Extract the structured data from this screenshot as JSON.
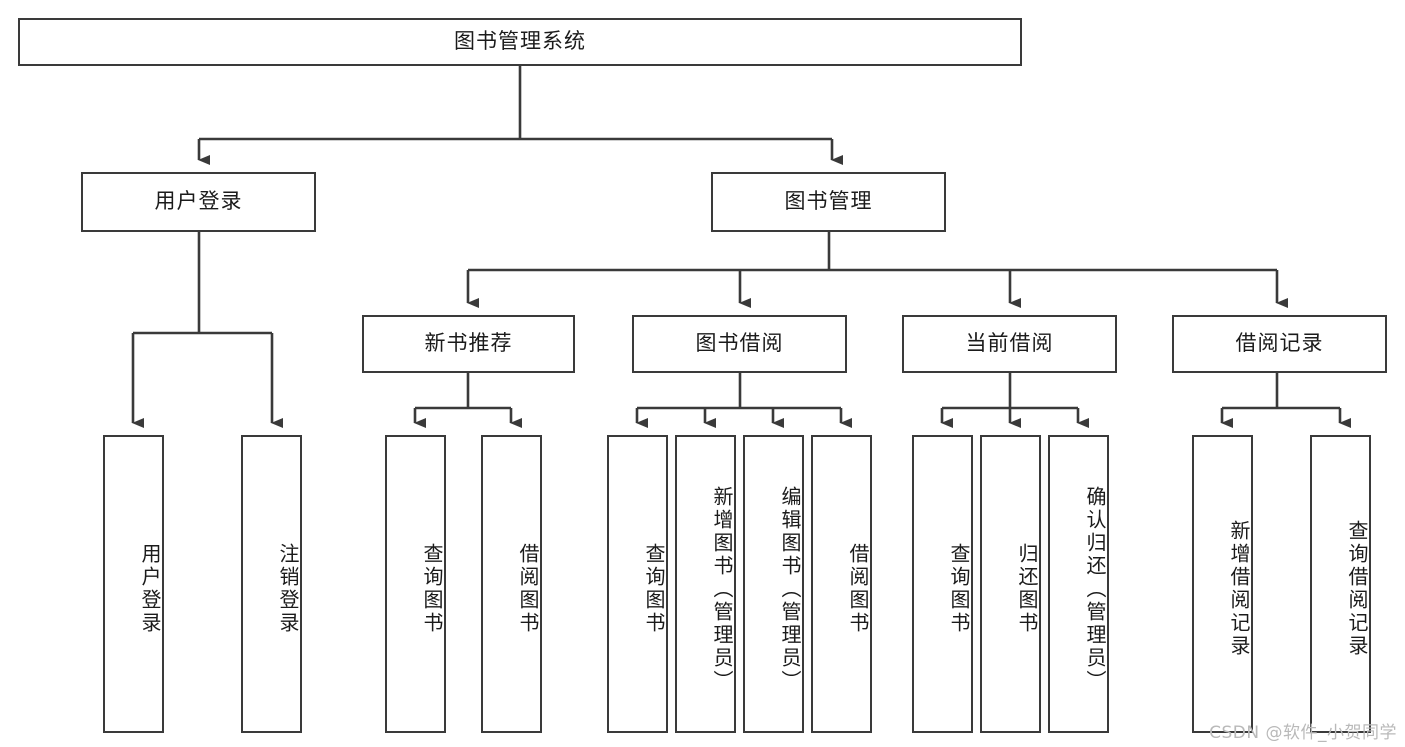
{
  "diagram": {
    "title": "图书管理系统",
    "type": "tree",
    "root": {
      "label": "图书管理系统"
    },
    "level2": [
      {
        "label": "用户登录"
      },
      {
        "label": "图书管理"
      }
    ],
    "level3": [
      {
        "label": "新书推荐"
      },
      {
        "label": "图书借阅"
      },
      {
        "label": "当前借阅"
      },
      {
        "label": "借阅记录"
      }
    ],
    "leaves": {
      "user_login": [
        {
          "label": "用户登录"
        },
        {
          "label": "注销登录"
        }
      ],
      "new_book_recommend": [
        {
          "label": "查询图书"
        },
        {
          "label": "借阅图书"
        }
      ],
      "book_borrow": [
        {
          "label": "查询图书"
        },
        {
          "label": "新增图书（管理员）"
        },
        {
          "label": "编辑图书（管理员）"
        },
        {
          "label": "借阅图书"
        }
      ],
      "current_borrow": [
        {
          "label": "查询图书"
        },
        {
          "label": "归还图书"
        },
        {
          "label": "确认归还（管理员）"
        }
      ],
      "borrow_record": [
        {
          "label": "新增借阅记录"
        },
        {
          "label": "查询借阅记录"
        }
      ]
    }
  },
  "watermark": {
    "text": "CSDN @软件_小贺同学"
  },
  "colors": {
    "stroke": "#3a3a3a",
    "fill": "#ffffff",
    "text": "#1b1b1b",
    "watermark": "#b9b9b9"
  }
}
